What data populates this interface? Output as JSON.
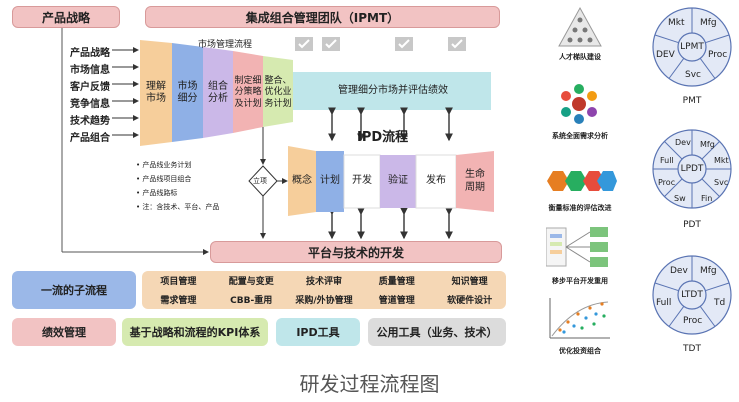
{
  "left_title": "产品战略",
  "top_title": "集成组合管理团队（IPMT）",
  "inputs": [
    "产品战略",
    "市场信息",
    "客户反馈",
    "竞争信息",
    "技术趋势",
    "产品组合"
  ],
  "market_flow_title": "市场管理流程",
  "market_stages": [
    "理解\n市场",
    "市场\n细分",
    "组合\n分析",
    "制定细\n分策略\n及计划",
    "整合、\n优化业\n务计划"
  ],
  "market_manage": "管理细分市场并评估绩效",
  "ipd_title": "IPD流程",
  "ipd_stages": [
    "概念",
    "计划",
    "开发",
    "验证",
    "发布",
    "生命\n周期"
  ],
  "decision": "立项",
  "bullets": [
    "产品线业务计划",
    "产品线项目组合",
    "产品线路标",
    "注：含技术、平台、产品"
  ],
  "platform_bar": "平台与技术的开发",
  "subprocess_title": "一流的子流程",
  "subprocesses": [
    "项目管理",
    "配置与变更",
    "技术评审",
    "质量管理",
    "知识管理",
    "需求管理",
    "CBB-重用",
    "采购/外协管理",
    "管道管理",
    "软硬件设计"
  ],
  "bottom_tools": [
    "绩效管理",
    "基于战略和流程的KPI体系",
    "IPD工具",
    "公用工具（业务、技术）"
  ],
  "icon_captions": [
    "人才梯队建设",
    "系统全面需求分析",
    "衡量标准的评估改进",
    "移步平台开发重用",
    "优化投资组合"
  ],
  "circles": [
    {
      "center": "LPMT",
      "segments": [
        "Mkt",
        "Mfg",
        "Proc",
        "Svc",
        "DEV"
      ],
      "caption": "PMT"
    },
    {
      "center": "LPDT",
      "segments": [
        "Dev",
        "Mfg",
        "Mkt",
        "Svc",
        "Fin",
        "Sw",
        "Proc",
        "Full"
      ],
      "caption": "PDT"
    },
    {
      "center": "LTDT",
      "segments": [
        "Dev",
        "Mfg",
        "Td",
        "Proc",
        "Full"
      ],
      "caption": "TDT"
    }
  ],
  "caption": "研发过程流程图",
  "colors": {
    "pink": "#f2c3c3",
    "orange": "#f5d7b5",
    "blue": "#9bb8e8",
    "lavender": "#cbb8e8",
    "green": "#d6eab0",
    "cyan": "#bfe6ea",
    "gray": "#dcdcdc",
    "funnel_orange": "#f6ce9b"
  }
}
